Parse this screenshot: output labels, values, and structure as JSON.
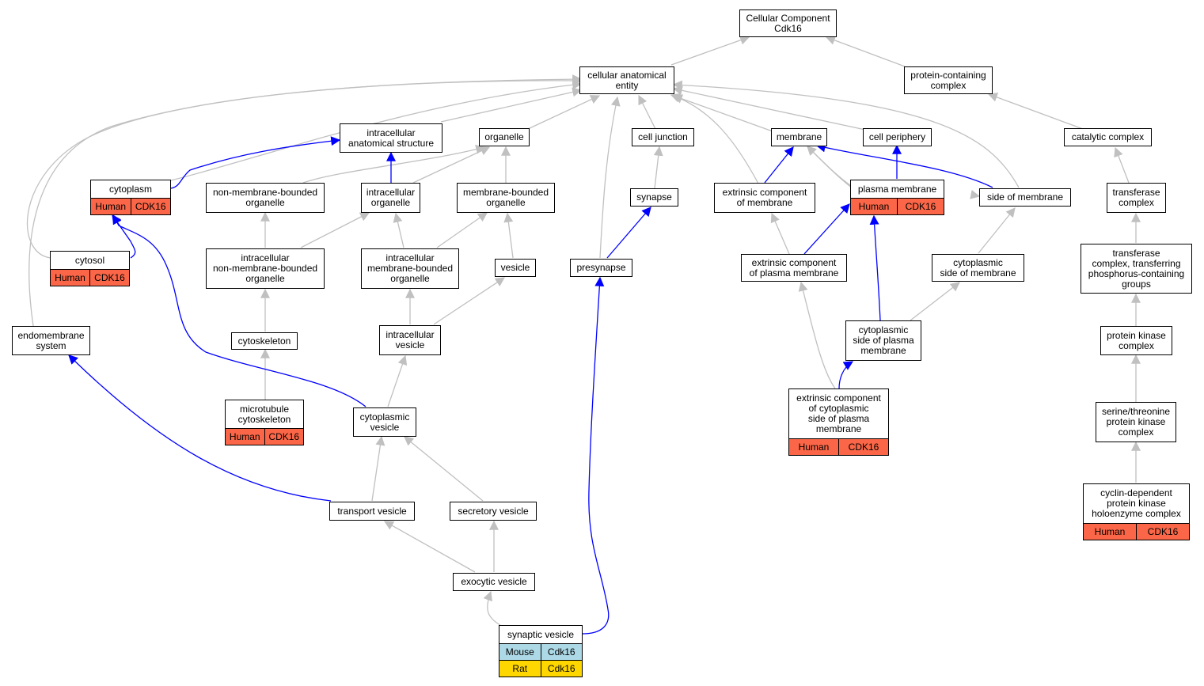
{
  "colors": {
    "is_a": "#c0c0c0",
    "part_of": "#0000ff",
    "human": "#fa6647",
    "mouse": "#add8e6",
    "rat": "#ffd700"
  },
  "nodes": {
    "root": {
      "label": "Cellular Component\nCdk16"
    },
    "cae": {
      "label": "cellular anatomical\nentity"
    },
    "pcc": {
      "label": "protein-containing\ncomplex"
    },
    "ias": {
      "label": "intracellular\nanatomical structure"
    },
    "organelle": {
      "label": "organelle"
    },
    "celljunction": {
      "label": "cell junction"
    },
    "membrane": {
      "label": "membrane"
    },
    "cellperiphery": {
      "label": "cell periphery"
    },
    "catalytic": {
      "label": "catalytic complex"
    },
    "cytoplasm": {
      "label": "cytoplasm",
      "rows": [
        {
          "species": "Human",
          "gene": "CDK16",
          "kind": "human"
        }
      ]
    },
    "nmbo": {
      "label": "non-membrane-bounded\norganelle"
    },
    "iorg": {
      "label": "intracellular\norganelle"
    },
    "mbo": {
      "label": "membrane-bounded\norganelle"
    },
    "synapse": {
      "label": "synapse"
    },
    "extmem": {
      "label": "extrinsic component\nof membrane"
    },
    "plasmamem": {
      "label": "plasma membrane",
      "rows": [
        {
          "species": "Human",
          "gene": "CDK16",
          "kind": "human"
        }
      ]
    },
    "sideofmem": {
      "label": "side of membrane"
    },
    "transferase": {
      "label": "transferase\ncomplex"
    },
    "cytosol": {
      "label": "cytosol",
      "rows": [
        {
          "species": "Human",
          "gene": "CDK16",
          "kind": "human"
        }
      ]
    },
    "inmbo": {
      "label": "intracellular\nnon-membrane-bounded\norganelle"
    },
    "imbo": {
      "label": "intracellular\nmembrane-bounded\norganelle"
    },
    "vesicle": {
      "label": "vesicle"
    },
    "presynapse": {
      "label": "presynapse"
    },
    "extpm": {
      "label": "extrinsic component\nof plasma membrane"
    },
    "cytsidemem": {
      "label": "cytoplasmic\nside of membrane"
    },
    "tcpcg": {
      "label": "transferase\ncomplex, transferring\nphosphorus-containing\ngroups"
    },
    "endomem": {
      "label": "endomembrane\nsystem"
    },
    "cytoskeleton": {
      "label": "cytoskeleton"
    },
    "ivesicle": {
      "label": "intracellular\nvesicle"
    },
    "cspm": {
      "label": "cytoplasmic\nside of plasma\nmembrane"
    },
    "pkc": {
      "label": "protein kinase\ncomplex"
    },
    "mtcyto": {
      "label": "microtubule\ncytoskeleton",
      "rows": [
        {
          "species": "Human",
          "gene": "CDK16",
          "kind": "human"
        }
      ]
    },
    "cytvesicle": {
      "label": "cytoplasmic\nvesicle"
    },
    "ecspm": {
      "label": "extrinsic component\nof cytoplasmic\nside of plasma\nmembrane",
      "rows": [
        {
          "species": "Human",
          "gene": "CDK16",
          "kind": "human"
        }
      ]
    },
    "stpkc": {
      "label": "serine/threonine\nprotein kinase\ncomplex"
    },
    "transportves": {
      "label": "transport vesicle"
    },
    "secretoryves": {
      "label": "secretory vesicle"
    },
    "cdpkhc": {
      "label": "cyclin-dependent\nprotein kinase\nholoenzyme complex",
      "rows": [
        {
          "species": "Human",
          "gene": "CDK16",
          "kind": "human"
        }
      ]
    },
    "exocytic": {
      "label": "exocytic vesicle"
    },
    "synves": {
      "label": "synaptic vesicle",
      "rows": [
        {
          "species": "Mouse",
          "gene": "Cdk16",
          "kind": "mouse"
        },
        {
          "species": "Rat",
          "gene": "Cdk16",
          "kind": "rat"
        }
      ]
    }
  }
}
